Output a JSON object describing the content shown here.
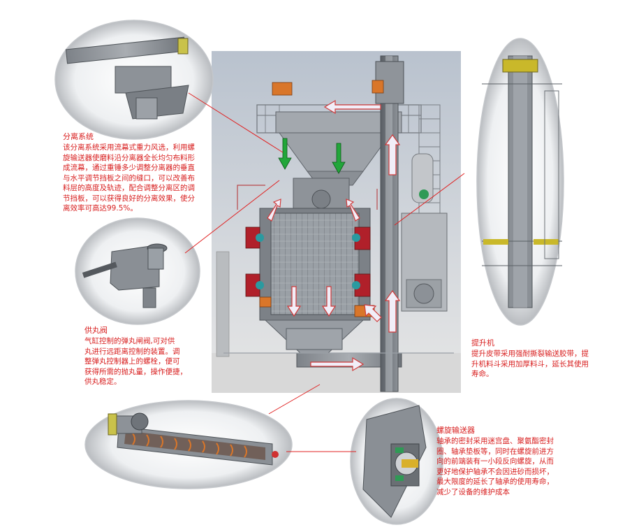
{
  "annotations": {
    "separation": {
      "title": "分离系统",
      "body": "该分离系统采用流幕式重力风选，利用螺\n旋输送器使磨料沿分离器全长均匀布料形\n成流幕，通过重锤多少调整分离器的垂直\n与水平调节挡板之间的缝口，可以改善布\n料层的高度及轨迹，配合调整分离区的调\n节挡板，可以获得良好的分离效果，使分\n离效率可高达99.5%。"
    },
    "feed_valve": {
      "title": "供丸阀",
      "body": "气缸控制的弹丸闸阀,可对供\n丸进行远距离控制的装置。调\n整弹丸控制器上的螺栓，便可\n获得所需的抛丸量，操作便捷，\n供丸稳定。"
    },
    "elevator": {
      "title": "提升机",
      "body": "提升皮带采用强耐撕裂输送胶带，提\n升机料斗采用加厚料斗，延长其使用\n寿命。"
    },
    "screw_conveyor": {
      "title": "螺旋输送器",
      "body": "轴承的密封采用迷宫盘、聚氨酯密封\n圈、轴承垫板等，同时在螺旋前进方\n向的前端装有一小段反向螺旋，从而\n更好地保护轴承不会因进砂而损坏，\n最大限度的延长了轴承的使用寿命，\n减少了设备的维护成本"
    }
  },
  "colors": {
    "text": "#d81e1e",
    "leader_line": "#e02020",
    "flow_arrow_fill": "#f1eef8",
    "flow_arrow_stroke": "#d03a3a",
    "feed_arrow": "#22a63a",
    "machine_gray": "#8e9399",
    "wear_plate_red": "#b0202a",
    "motor_orange": "#d9762a"
  }
}
